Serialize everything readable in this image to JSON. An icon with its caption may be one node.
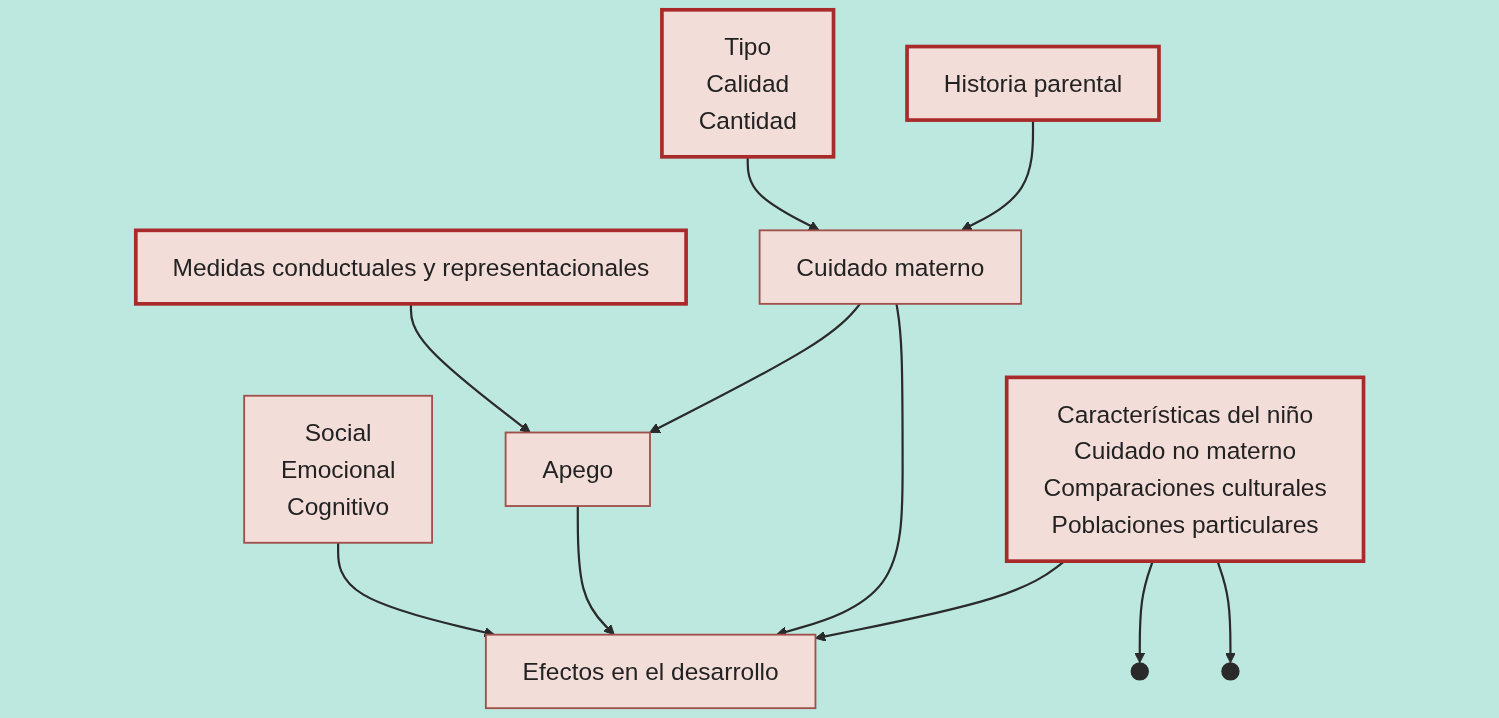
{
  "diagram": {
    "nodes": [
      {
        "text": [
          "Tipo",
          "Calidad",
          "Cantidad"
        ]
      },
      {
        "text": [
          "Medidas conductuales y representacionales"
        ]
      },
      {
        "text": [
          "Social",
          "Emocional",
          "Cognitivo"
        ]
      },
      {
        "text": [
          "Cuidado materno"
        ]
      },
      {
        "text": [
          "Apego"
        ]
      },
      {
        "text": [
          "Efectos en el desarrollo"
        ]
      },
      {
        "text": [
          "Historia parental"
        ]
      },
      {
        "text": [
          "Características del niño",
          "Cuidado no materno",
          "Comparaciones culturales",
          "Poblaciones particulares"
        ]
      }
    ],
    "edges": [
      {
        "from": 0,
        "to": 3,
        "arrow": "to"
      },
      {
        "from": 1,
        "to": 4,
        "arrow": "to"
      },
      {
        "from": 2,
        "to": 5,
        "arrow": "to"
      },
      {
        "from": 3,
        "to": 4,
        "arrow": "to"
      },
      {
        "from": 4,
        "to": 5,
        "arrow": "to"
      },
      {
        "from": 6,
        "to": 3,
        "arrow": "to"
      },
      {
        "from": 3,
        "to": 5,
        "arrow": "to"
      },
      {
        "from": 7,
        "to": null,
        "arrow": "to"
      },
      {
        "from": 7,
        "to": null,
        "arrow": "to"
      },
      {
        "from": 7,
        "to": 5,
        "arrow": "to"
      }
    ]
  }
}
